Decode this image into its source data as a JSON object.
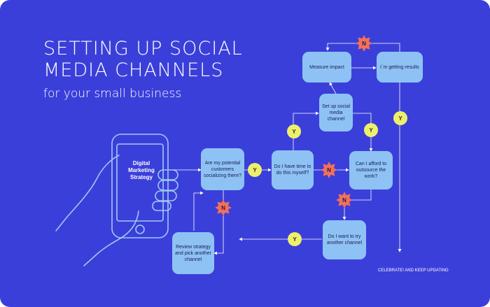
{
  "header": {
    "title": "SETTING UP SOCIAL MEDIA CHANNELS",
    "subtitle": "for your small business"
  },
  "illustration": {
    "phone_label": "Digital Marketing Strategy",
    "icon": "hand-holding-phone-icon"
  },
  "nodes": {
    "potential_customers": "Are my potential customers socializing there?",
    "time_myself": "Do I have time to do this myself?",
    "setup_channel": "Set up social media channel",
    "measure_impact": "Measure impact",
    "getting_results": "I´m getting results",
    "afford_outsource": "Can I afford to outsource the work?",
    "another_channel": "Do I want to try another channel",
    "review_strategy": "Review strategy and pick another channel"
  },
  "decisions": {
    "yes": "Y",
    "no": "N"
  },
  "footer": {
    "celebrate": "CELEBRATE! AND KEEP UPDATING"
  },
  "colors": {
    "background": "#3b3fd9",
    "node_fill": "#8ec2f5",
    "yes_fill": "#eef06a",
    "no_fill": "#f2705a",
    "lines": "#ffffff",
    "illustration": "#9fc8f5"
  }
}
